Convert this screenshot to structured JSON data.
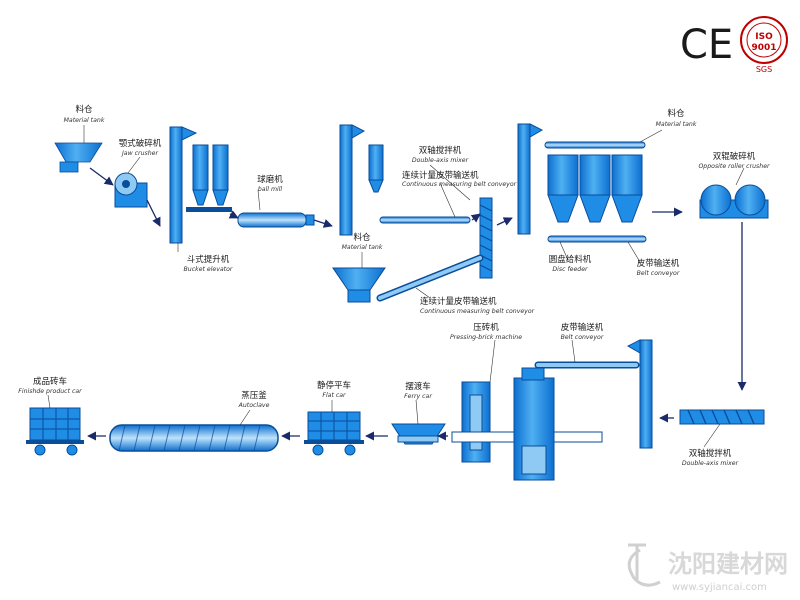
{
  "certifications": {
    "ce": "CE",
    "iso_title": "ISO",
    "iso_number": "9001",
    "iso_sgs": "SGS"
  },
  "labels": {
    "material_tank_1": {
      "cn": "料仓",
      "en": "Material tank"
    },
    "jaw_crusher": {
      "cn": "颚式破碎机",
      "en": "Jaw crusher"
    },
    "bucket_elevator": {
      "cn": "斗式提升机",
      "en": "Bucket elevator"
    },
    "ball_mill": {
      "cn": "球磨机",
      "en": "ball mill"
    },
    "double_axis_mixer_top": {
      "cn": "双轴搅拌机",
      "en": "Double-axis mixer"
    },
    "continuous_belt_top": {
      "cn": "连续计量皮带输送机",
      "en": "Continuous measuring belt conveyor"
    },
    "material_tank_2": {
      "cn": "料仓",
      "en": "Material tank"
    },
    "continuous_belt_bottom": {
      "cn": "连续计量皮带输送机",
      "en": "Continuous measuring belt conveyor"
    },
    "material_tank_3": {
      "cn": "料仓",
      "en": "Material tank"
    },
    "disc_feeder": {
      "cn": "圆盘给料机",
      "en": "Disc feeder"
    },
    "belt_conveyor_top": {
      "cn": "皮带输送机",
      "en": "Belt conveyor"
    },
    "opposite_roller_crusher": {
      "cn": "双辊破碎机",
      "en": "Opposite roller crusher"
    },
    "pressing_brick_machine": {
      "cn": "压砖机",
      "en": "Pressing-brick machine"
    },
    "belt_conveyor_mid": {
      "cn": "皮带输送机",
      "en": "Belt conveyor"
    },
    "finished_product_car": {
      "cn": "成品砖车",
      "en": "Finishde product car"
    },
    "autoclave": {
      "cn": "蒸压釜",
      "en": "Autoclave"
    },
    "flat_car": {
      "cn": "静停平车",
      "en": "Flat car"
    },
    "ferry_car": {
      "cn": "摆渡车",
      "en": "Ferry car"
    },
    "double_axis_mixer_bottom": {
      "cn": "双轴搅拌机",
      "en": "Double-axis mixer"
    }
  },
  "watermark": {
    "brand": "沈阳建材网",
    "url": "www.syjiancai.com"
  },
  "colors": {
    "machine_blue": "#1f8ce6",
    "machine_light": "#8fcaf5",
    "machine_outline": "#0a4d99",
    "arrow": "#1a2a6a",
    "iso_red": "#c00000"
  }
}
